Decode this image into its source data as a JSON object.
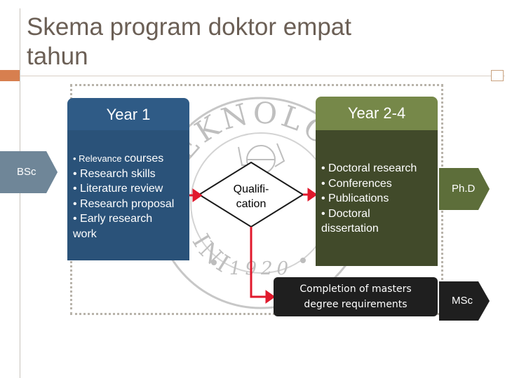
{
  "slide": {
    "title": "Skema program doktor empat tahun"
  },
  "diagram": {
    "start_label": "BSc",
    "year1": {
      "header": "Year 1",
      "items": [
        {
          "prefix": "• Relevance ",
          "text": "courses"
        },
        {
          "prefix": "",
          "text": "• Research skills"
        },
        {
          "prefix": "",
          "text": "• Literature review"
        },
        {
          "prefix": "",
          "text": "• Research proposal"
        },
        {
          "prefix": "",
          "text": "• Early research work"
        }
      ]
    },
    "decision": {
      "line1": "Qualifi-",
      "line2": "cation"
    },
    "year2_4": {
      "header": "Year 2-4",
      "items": [
        "• Doctoral research",
        "• Conferences",
        "• Publications",
        "• Doctoral dissertation"
      ]
    },
    "masters_box": {
      "line1": "Completion of masters",
      "line2": "degree requirements"
    },
    "end_phd": "Ph.D",
    "end_msc": "MSc"
  },
  "seal": {
    "text_top": "TEKNOLOGI",
    "text_bottom": "INI",
    "year": "1920"
  },
  "colors": {
    "year1_header": "#2f5b86",
    "year1_body": "#2a5279",
    "year2_header": "#768849",
    "year2_body": "#414a2a",
    "connector": "#e0192c",
    "accent": "#d77f4f"
  }
}
